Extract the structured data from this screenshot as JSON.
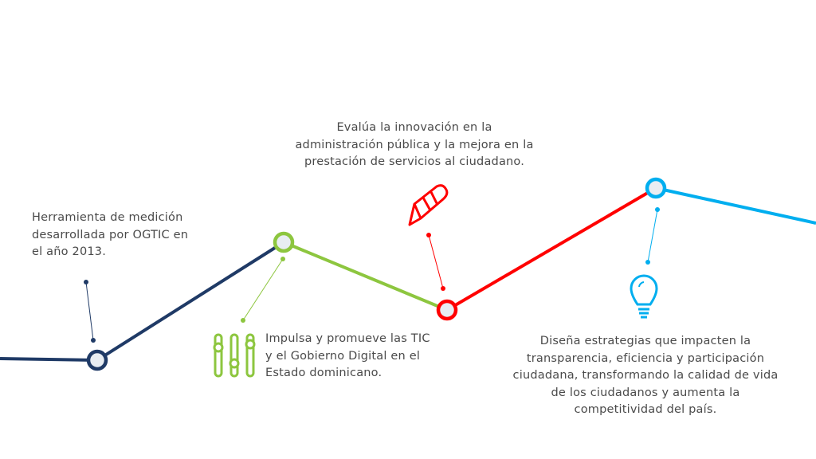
{
  "colors": {
    "navy": "#1f3a66",
    "green": "#8dc63f",
    "red": "#ff0000",
    "blue": "#00aeef",
    "node_fill": "#e8edf2",
    "text": "#4a4a4a"
  },
  "milestones": [
    {
      "lines": [
        "Herramienta de medición",
        "desarrollada por OGTIC en",
        "el año 2013."
      ],
      "icon": "none"
    },
    {
      "lines": [
        "Impulsa y promueve las TIC",
        "y el Gobierno Digital en el",
        "Estado dominicano."
      ],
      "icon": "sliders-icon"
    },
    {
      "lines": [
        "Evalúa la innovación en la",
        "administración pública y la mejora en la",
        "prestación de servicios al ciudadano."
      ],
      "icon": "pencil-icon"
    },
    {
      "lines": [
        "Diseña estrategias que impacten la",
        "transparencia, eficiencia y participación",
        "ciudadana, transformando la calidad de vida",
        "de los ciudadanos y aumenta la",
        "competitividad del país."
      ],
      "icon": "lightbulb-icon"
    }
  ]
}
